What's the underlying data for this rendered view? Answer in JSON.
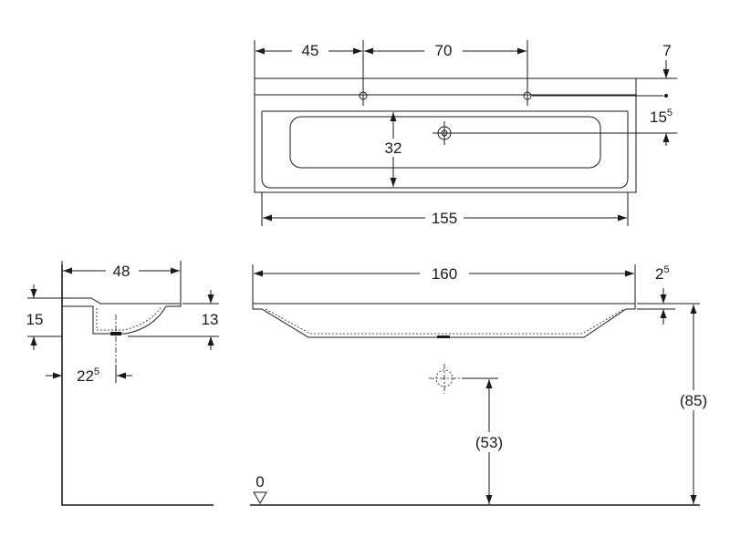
{
  "top_view": {
    "dims": {
      "left_offset": "45",
      "tap_spacing": "70",
      "rim_top": "7",
      "drain_offset_main": "15",
      "drain_offset_sup": "5",
      "bowl_depth": "32",
      "bowl_width": "155"
    }
  },
  "side_view": {
    "dims": {
      "depth": "48",
      "height_left": "15",
      "height_right": "13",
      "drain_setback_main": "22",
      "drain_setback_sup": "5"
    }
  },
  "front_view": {
    "dims": {
      "total_width": "160",
      "rim_thickness_main": "2",
      "rim_thickness_sup": "5",
      "drain_height": "(53)",
      "rim_height": "(85)",
      "floor_level": "0"
    }
  }
}
